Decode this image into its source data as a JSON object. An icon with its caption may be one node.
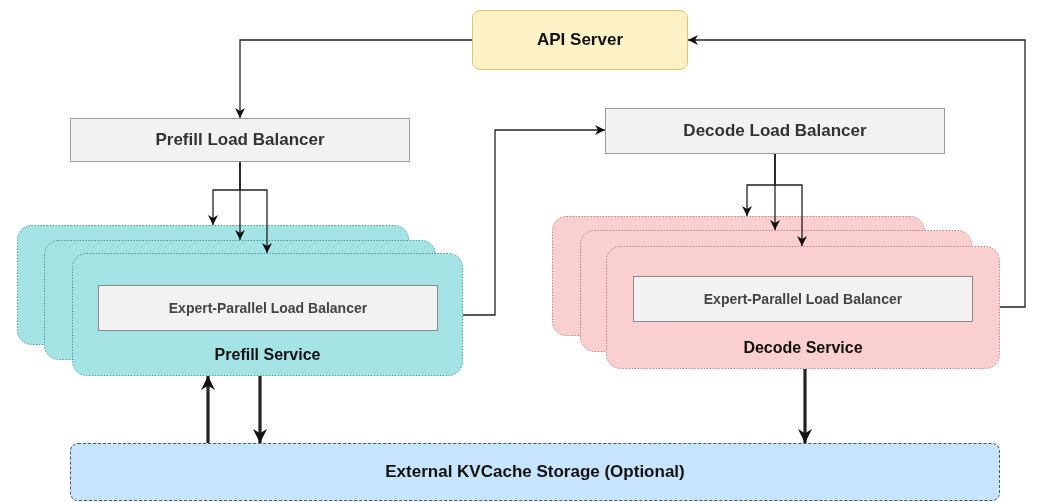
{
  "diagram": {
    "nodes": [
      {
        "text": [
          "API Server"
        ]
      },
      {
        "text": [
          "Prefill Load Balancer"
        ]
      },
      {
        "text": [
          "Decode Load Balancer"
        ]
      },
      {
        "text": [
          "Prefill Service"
        ]
      },
      {
        "text": [
          "Expert-Parallel Load Balancer"
        ],
        "in": 3
      },
      {
        "text": [
          "Decode Service"
        ]
      },
      {
        "text": [
          "Expert-Parallel Load Balancer"
        ],
        "in": 5
      },
      {
        "text": [
          "External KVCache Storage (Optional)"
        ]
      }
    ],
    "edges": [
      {
        "from": 0,
        "to": 1,
        "arrow": "to"
      },
      {
        "from": 1,
        "to": 3,
        "arrow": "to"
      },
      {
        "from": 1,
        "to": 3,
        "arrow": "to"
      },
      {
        "from": 1,
        "to": 3,
        "arrow": "to"
      },
      {
        "from": 3,
        "to": 2,
        "arrow": "to"
      },
      {
        "from": 2,
        "to": 5,
        "arrow": "to"
      },
      {
        "from": 2,
        "to": 5,
        "arrow": "to"
      },
      {
        "from": 2,
        "to": 5,
        "arrow": "to"
      },
      {
        "from": 5,
        "to": 0,
        "arrow": "to"
      },
      {
        "from": 7,
        "to": 3,
        "arrow": "to",
        "style": "thick"
      },
      {
        "from": 3,
        "to": 7,
        "arrow": "to",
        "style": "thick"
      },
      {
        "from": 5,
        "to": 7,
        "arrow": "to",
        "style": "thick"
      }
    ]
  }
}
